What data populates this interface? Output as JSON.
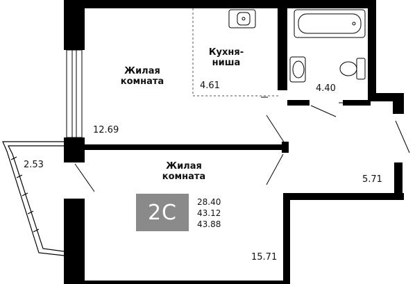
{
  "plan": {
    "type_badge": "2С",
    "totals": [
      "28.40",
      "43.12",
      "43.88"
    ],
    "rooms": [
      {
        "id": "living-room-1",
        "name_line1": "Жилая",
        "name_line2": "комната",
        "area": "12.69"
      },
      {
        "id": "kitchen-niche",
        "name_line1": "Кухня-",
        "name_line2": "ниша",
        "area": "4.61"
      },
      {
        "id": "bathroom",
        "area": "4.40"
      },
      {
        "id": "balcony",
        "area": "2.53"
      },
      {
        "id": "living-room-2",
        "name_line1": "Жилая",
        "name_line2": "комната",
        "area": "15.71"
      },
      {
        "id": "hallway",
        "area": "5.71"
      }
    ]
  }
}
